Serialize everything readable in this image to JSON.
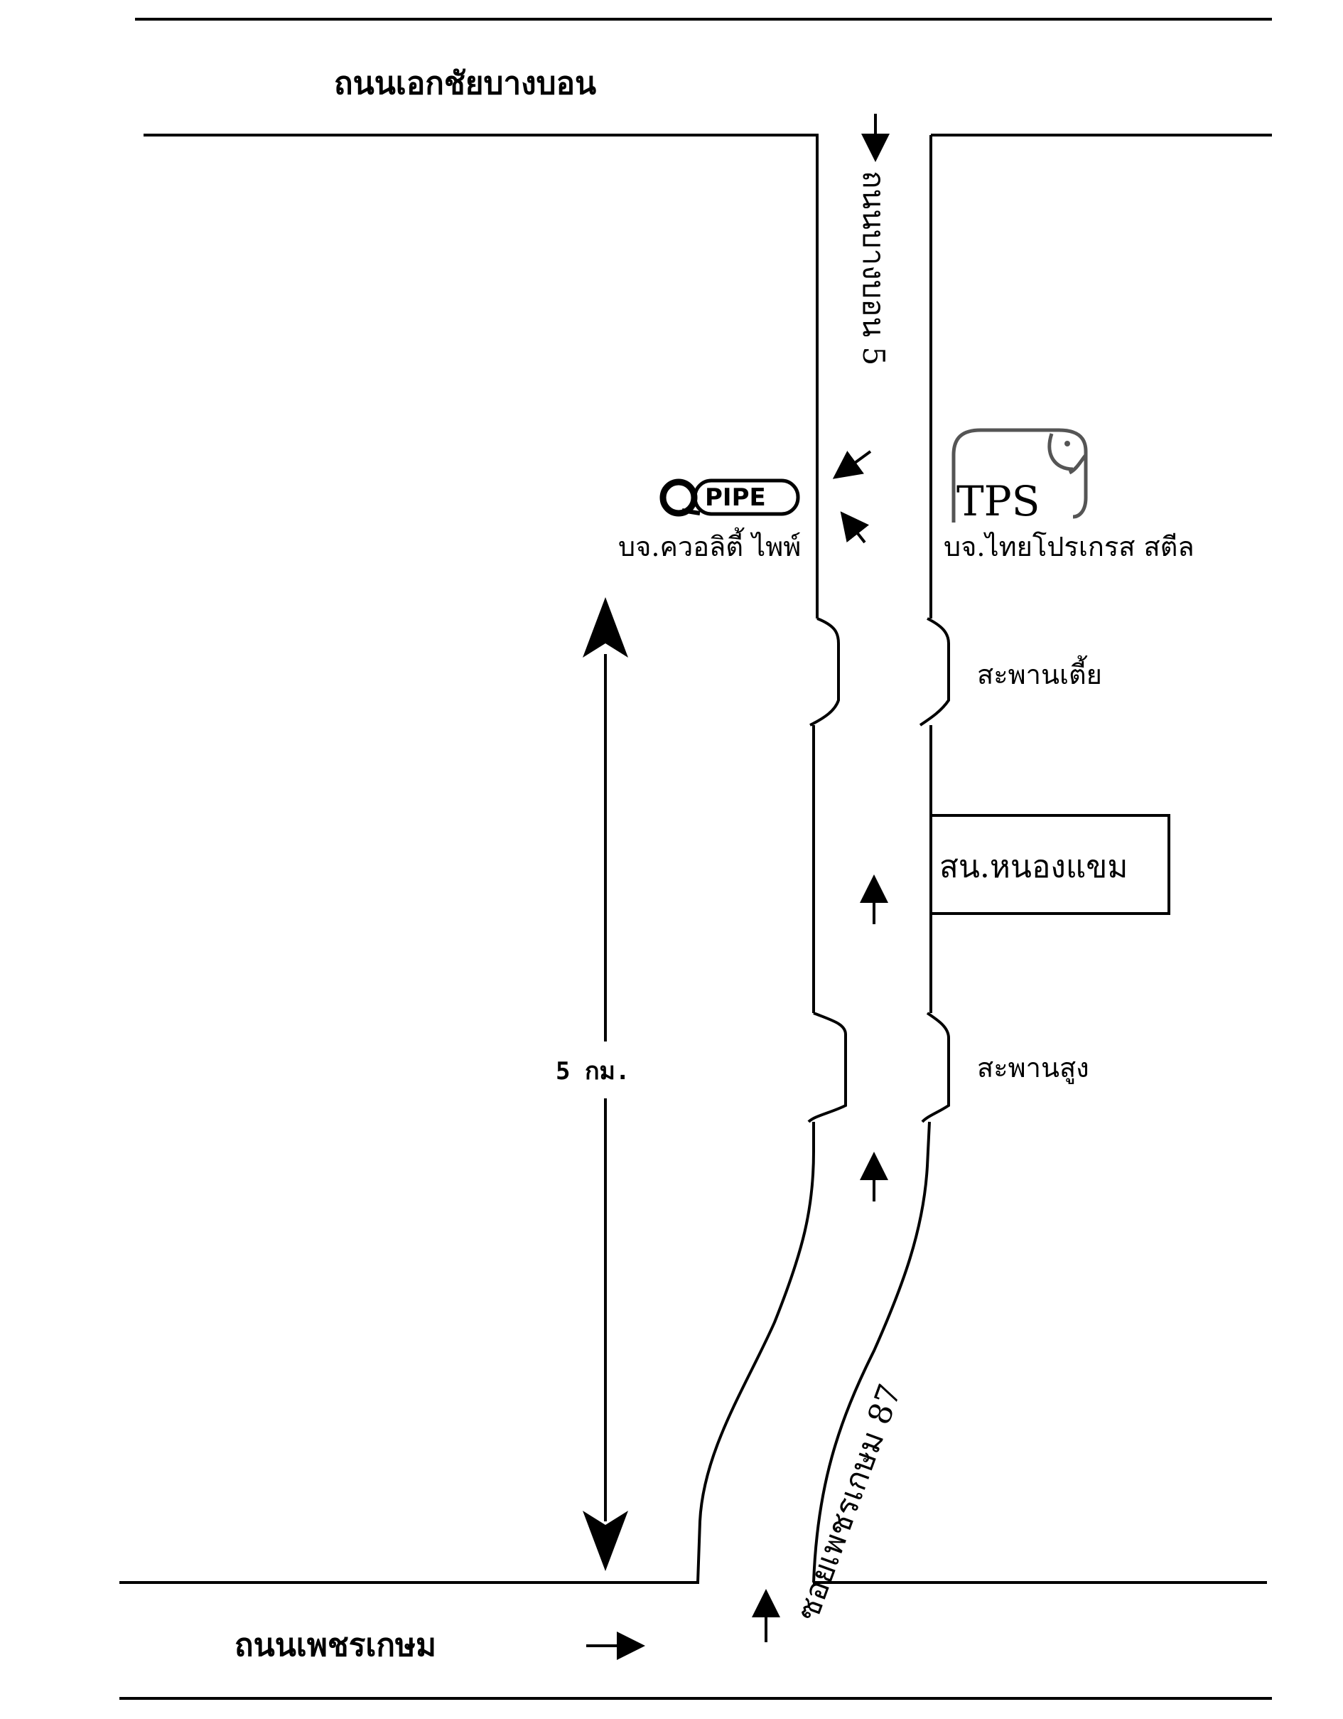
{
  "roads": {
    "top_road": "ถนนเอกชัยบางบอน",
    "bottom_road": "ถนนเพชรเกษม",
    "upper_street": "ถนนบางบอน 5",
    "lower_street": "ซอยเพชรเกษม 87"
  },
  "landmarks": {
    "quality_pipe_logo": "PIPE",
    "quality_pipe": "บจ.ควอลิตี้ ไพพ์",
    "tps_logo": "TPS",
    "tps": "บจ.ไทยโปรเกรส สตีล",
    "low_bridge": "สะพานเตี้ย",
    "high_bridge": "สะพานสูง",
    "school": "สน.หนองแขม"
  },
  "distance": "5 กม.",
  "colors": {
    "ink": "#000000",
    "logo_gray": "#555555",
    "paper": "#ffffff"
  }
}
